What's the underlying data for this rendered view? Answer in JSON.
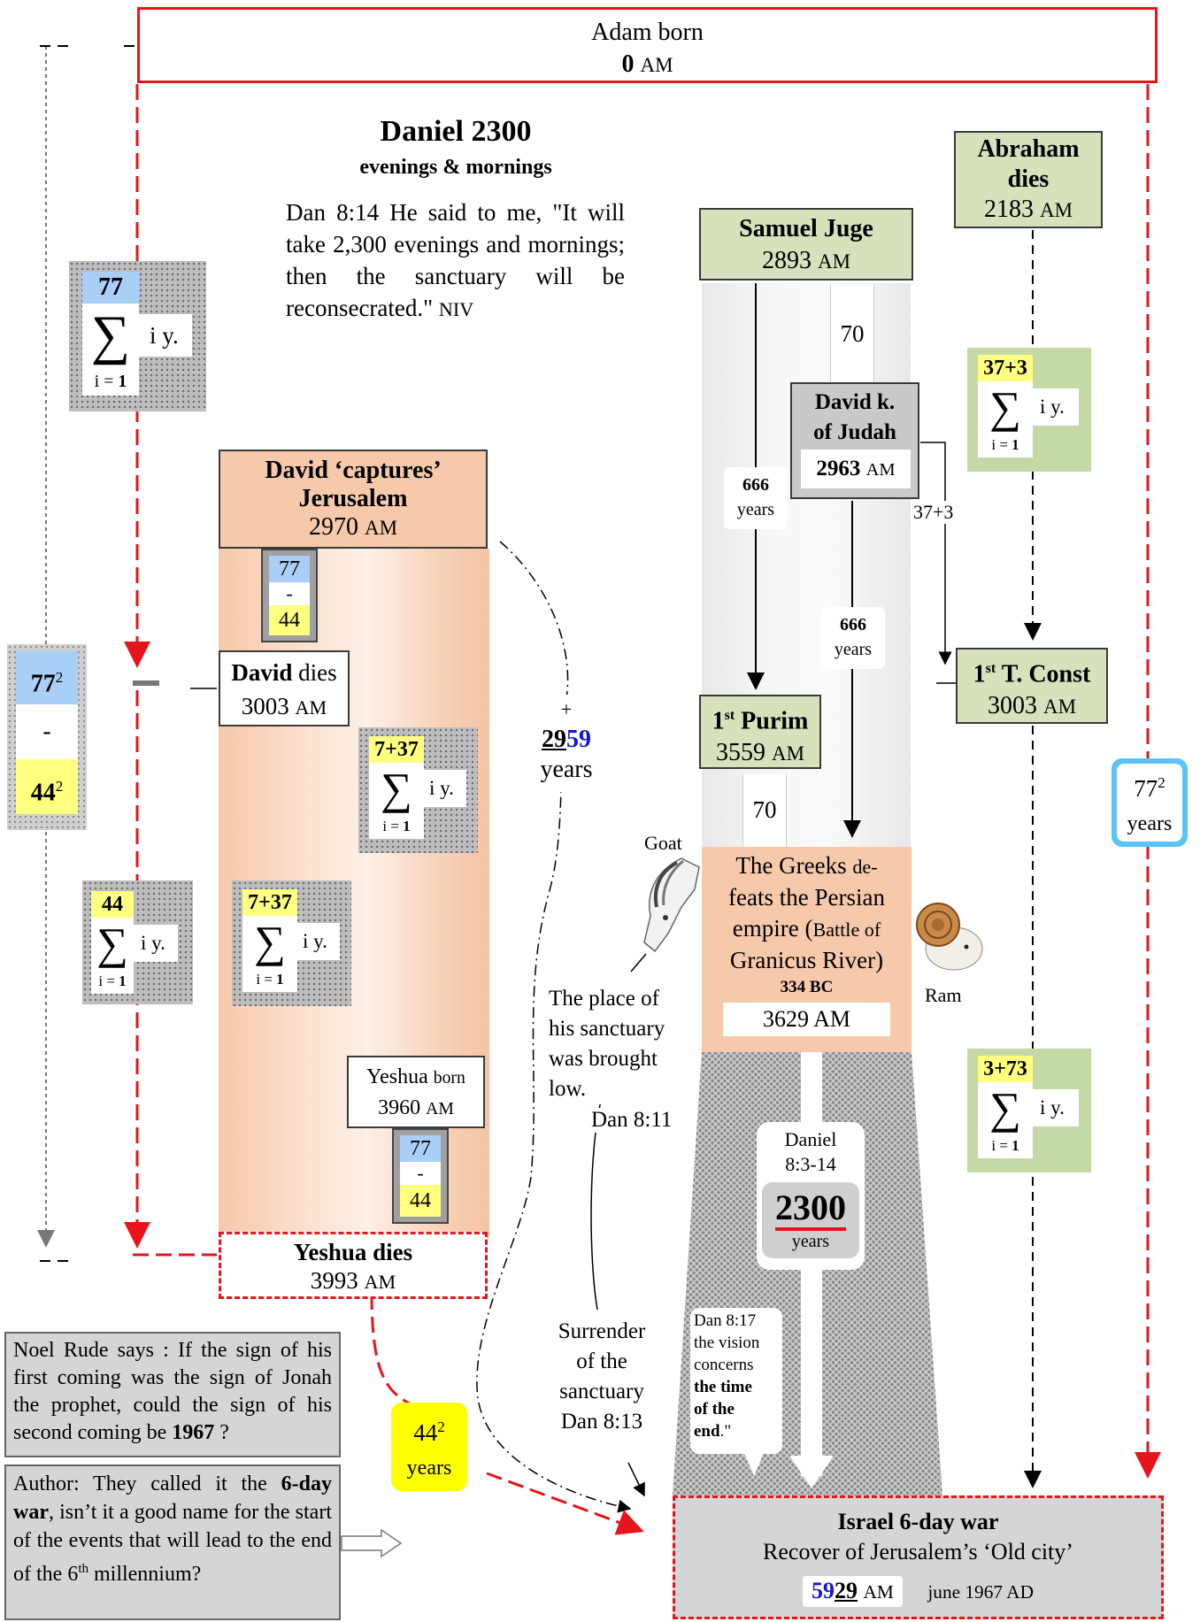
{
  "top": {
    "title": "Adam born",
    "year": "0",
    "unit": "AM"
  },
  "heading": {
    "title": "Daniel 2300",
    "subtitle": "evenings & mornings",
    "verse": "Dan 8:14 He said to me, \"It will take 2,300 evenings and mornings; then the sanctuary will be reconsecrated.\"",
    "version": "NIV"
  },
  "sum_common": {
    "sigma": "∑",
    "iy": "i y.",
    "i_eq": "i =",
    "one": "1"
  },
  "sum_left_top": {
    "upper": "77"
  },
  "sum_left_mid": {
    "upper": "44"
  },
  "sum_david_a": {
    "upper": "7+37"
  },
  "sum_david_b": {
    "upper": "7+37"
  },
  "sum_right_a": {
    "upper": "37+3"
  },
  "sum_right_b": {
    "upper": "3+73"
  },
  "left_square": {
    "a": "77",
    "exp": "2",
    "minus": "-",
    "b": "44"
  },
  "minus_box_a": {
    "a": "77",
    "minus": "-",
    "b": "44"
  },
  "minus_box_b": {
    "a": "77",
    "minus": "-",
    "b": "44"
  },
  "david_captures": {
    "title1": "David ‘captures’",
    "title2": "Jerusalem",
    "year": "2970",
    "unit": "AM"
  },
  "david_dies": {
    "name": "David",
    "rest": "dies",
    "year": "3003",
    "unit": "AM"
  },
  "yeshua_born": {
    "name": "Yeshua",
    "rest": "born",
    "year": "3960",
    "unit": "AM"
  },
  "yeshua_dies": {
    "title": "Yeshua dies",
    "year": "3993",
    "unit": "AM"
  },
  "span_2959": {
    "plus": "+",
    "a": "29",
    "b": "59",
    "label": "years"
  },
  "samuel": {
    "title": "Samuel Juge",
    "year": "2893",
    "unit": "AM"
  },
  "abraham": {
    "title1": "Abraham",
    "title2": "dies",
    "year": "2183",
    "unit": "AM"
  },
  "david_king": {
    "title1": "David k.",
    "title2": "of Judah",
    "year": "2963",
    "unit": "AM"
  },
  "seventy_top": "70",
  "seventy_bottom": "70",
  "years666_a": {
    "n": "666",
    "label": "years"
  },
  "years666_b": {
    "n": "666",
    "label": "years"
  },
  "label_37_3": "37+3",
  "purim": {
    "ord": "1",
    "sup": "st",
    "title": "Purim",
    "year": "3559",
    "unit": "AM"
  },
  "temple": {
    "ord": "1",
    "sup": "st",
    "title": "T. Const",
    "year": "3003",
    "unit": "AM"
  },
  "right_77sq": {
    "a": "77",
    "exp": "2",
    "label": "years"
  },
  "greeks": {
    "l1": "The Greeks",
    "l1b": "de-",
    "l2": "feats the Persian",
    "l3": "empire (",
    "l3b": "Battle of",
    "l4": "Granicus River)",
    "bc": "334 BC",
    "year": "3629 AM"
  },
  "goat": "Goat",
  "ram": "Ram",
  "place": {
    "text": "The place of his sanctuary was brought low.",
    "ref": "Dan 8:11"
  },
  "surrender": {
    "l1": "Surrender",
    "l2": "of the",
    "l3": "sanctuary",
    "ref": "Dan 8:13"
  },
  "daniel_box": {
    "title": "Daniel",
    "ref": "8:3-14",
    "num": "2300",
    "label": "years"
  },
  "dan817": {
    "ref": "Dan  8:17",
    "t1": "the vision",
    "t2": "concerns",
    "b1": "the time",
    "b2": "of the",
    "b3": "end",
    "end": ".\""
  },
  "sq_44": {
    "a": "44",
    "exp": "2",
    "label": "years"
  },
  "noel": {
    "name": "Noel Rude",
    "text": "says : If the sign of his first coming was the sign of Jonah the prophet, could the sign of his second coming be",
    "bold": "1967",
    "end": " ?"
  },
  "author": {
    "pre": "Author: They called it the",
    "bold": "6-day war",
    "text": ", isn’t it a good name for the start of the events that will lead to the end of the",
    "ord": "6",
    "sup": "th",
    "end": "millennium?"
  },
  "israel": {
    "title": "Israel 6-day war",
    "sub": "Recover of Jerusalem’s ‘Old city’",
    "a": "59",
    "b": "29",
    "unit": "AM",
    "date": "june 1967 AD"
  },
  "colors": {
    "red": "#e8141b",
    "green": "#d5e2bb",
    "salmon": "#f6c9ab",
    "blue": "#a9cff7",
    "yellow": "#ffff80",
    "cyan": "#5bc3f5"
  }
}
